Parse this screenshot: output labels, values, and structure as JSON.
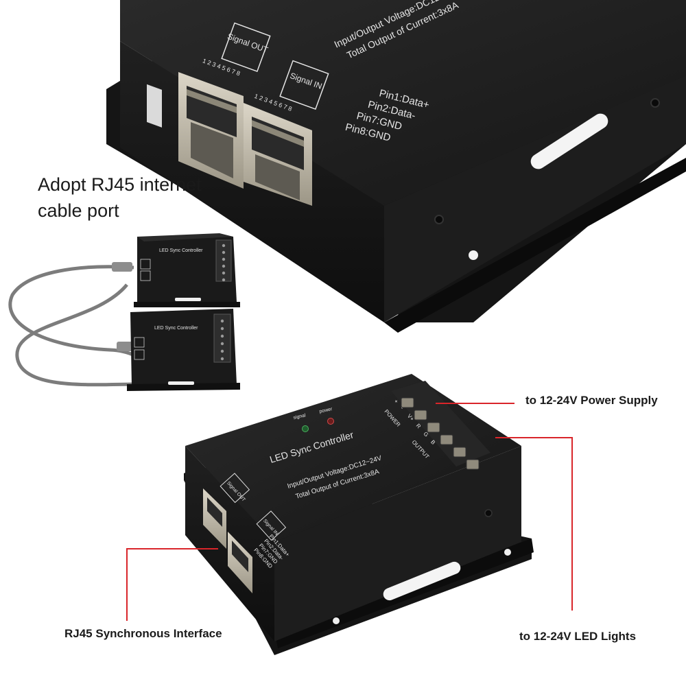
{
  "captions": {
    "rj45_port_line1": "Adopt RJ45 internet",
    "rj45_port_line2": "cable port",
    "power_supply": "to 12-24V Power Supply",
    "led_lights": "to 12-24V LED Lights",
    "rj45_interface": "RJ45 Synchronous Interface"
  },
  "device_labels": {
    "title": "LED Sync Controller",
    "voltage": "Input/Output Voltage:DC12~24V",
    "current": "Total Output of Current:3x8A",
    "signal_out": "Signal OUT",
    "signal_in": "Signal IN",
    "led_signal": "signal",
    "led_power": "power",
    "pin_labels": [
      "Pin1:Data+",
      "Pin2:Data-",
      "Pin7:GND",
      "Pin8:GND"
    ],
    "terminal_power": "POWER",
    "terminal_output": "OUTPUT",
    "terminal_pins": [
      "+",
      "-",
      "V+",
      "R",
      "G",
      "B"
    ]
  },
  "colors": {
    "callout_line": "#d9252a",
    "device_body": "#1c1c1c",
    "label_text": "#e6e6e6"
  }
}
